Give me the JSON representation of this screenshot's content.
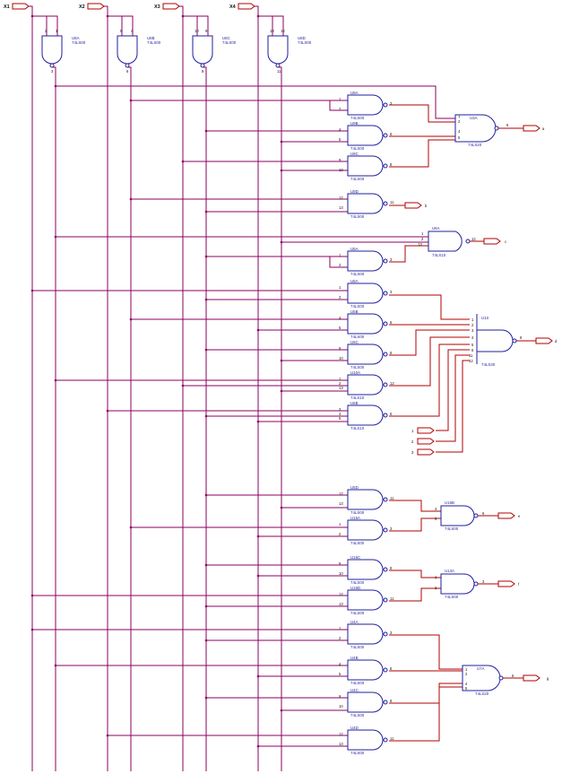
{
  "inputs": [
    {
      "label": "X1"
    },
    {
      "label": "X2"
    },
    {
      "label": "X3"
    },
    {
      "label": "X4"
    }
  ],
  "inverters": [
    {
      "ref": "U8A",
      "part": "74LS00",
      "pins": [
        "2",
        "1",
        "3"
      ]
    },
    {
      "ref": "U8B",
      "part": "74LS00",
      "pins": [
        "5",
        "4",
        "6"
      ]
    },
    {
      "ref": "U8C",
      "part": "74LS00",
      "pins": [
        "10",
        "9",
        "8"
      ]
    },
    {
      "ref": "U8D",
      "part": "74LS00",
      "pins": [
        "13",
        "12",
        "11"
      ]
    }
  ],
  "gates": [
    {
      "ref": "U9A",
      "part": "74LS00",
      "in": [
        "1",
        "2"
      ],
      "out": "3"
    },
    {
      "ref": "U9B",
      "part": "74LS00",
      "in": [
        "4",
        "5"
      ],
      "out": "6"
    },
    {
      "ref": "U9C",
      "part": "74LS00",
      "in": [
        "9",
        "10"
      ],
      "out": "8"
    },
    {
      "ref": "U9D",
      "part": "74LS00",
      "in": [
        "12",
        "13"
      ],
      "out": "11"
    },
    {
      "ref": "U5A",
      "part": "74LS00",
      "in": [
        "1",
        "2"
      ],
      "out": "3"
    },
    {
      "ref": "U5A",
      "part": "74LS00",
      "in": [
        "1",
        "2"
      ],
      "out": "3"
    },
    {
      "ref": "U5B",
      "part": "74LS00",
      "in": [
        "4",
        "5"
      ],
      "out": "6"
    },
    {
      "ref": "U5C",
      "part": "74LS00",
      "in": [
        "9",
        "10"
      ],
      "out": "8"
    },
    {
      "ref": "U10A",
      "part": "74LS10",
      "in": [
        "1",
        "2",
        "13"
      ],
      "out": "12"
    },
    {
      "ref": "U6B",
      "part": "74LS10",
      "in": [
        "3",
        "4",
        "5"
      ],
      "out": "6"
    },
    {
      "ref": "U5D",
      "part": "74LS00",
      "in": [
        "12",
        "13"
      ],
      "out": "11"
    },
    {
      "ref": "U16A",
      "part": "74LS00",
      "in": [
        "1",
        "2"
      ],
      "out": "3"
    },
    {
      "ref": "U16C",
      "part": "74LS00",
      "in": [
        "9",
        "10"
      ],
      "out": "8"
    },
    {
      "ref": "U16D",
      "part": "74LS00",
      "in": [
        "12",
        "13"
      ],
      "out": "11"
    },
    {
      "ref": "U4A",
      "part": "74LS00",
      "in": [
        "1",
        "2"
      ],
      "out": "3"
    },
    {
      "ref": "U4B",
      "part": "74LS00",
      "in": [
        "4",
        "5"
      ],
      "out": "6"
    },
    {
      "ref": "U4C",
      "part": "74LS00",
      "in": [
        "9",
        "10"
      ],
      "out": "8"
    },
    {
      "ref": "U4D",
      "part": "74LS00",
      "in": [
        "12",
        "13"
      ],
      "out": "11"
    }
  ],
  "output_gates": [
    {
      "ref": "U3A",
      "part": "74LS20",
      "in": [
        "1",
        "2",
        "4",
        "5"
      ],
      "out": "6",
      "signal": "a"
    },
    {
      "ref": "U6A",
      "part": "74LS10",
      "in": [
        "1",
        "2",
        "13"
      ],
      "out": "12",
      "signal": "c"
    },
    {
      "ref": "U10",
      "part": "74LS30",
      "in": [
        "1",
        "2",
        "3",
        "4",
        "5",
        "6",
        "11",
        "12"
      ],
      "out": "8",
      "signal": "d"
    },
    {
      "ref": "U16B",
      "part": "74LS00",
      "in": [
        "4",
        "5"
      ],
      "out": "6",
      "signal": "e"
    },
    {
      "ref": "U13A",
      "part": "74LS00",
      "in": [
        "1",
        "2"
      ],
      "out": "3",
      "signal": "f"
    },
    {
      "ref": "U7A",
      "part": "74LS20",
      "in": [
        "1",
        "2",
        "4",
        "5"
      ],
      "out": "6",
      "signal": "g"
    }
  ],
  "b_output": {
    "pin": "11",
    "signal": "b"
  },
  "extra_inputs": [
    {
      "label": "1"
    },
    {
      "label": "2"
    },
    {
      "label": "3"
    }
  ]
}
